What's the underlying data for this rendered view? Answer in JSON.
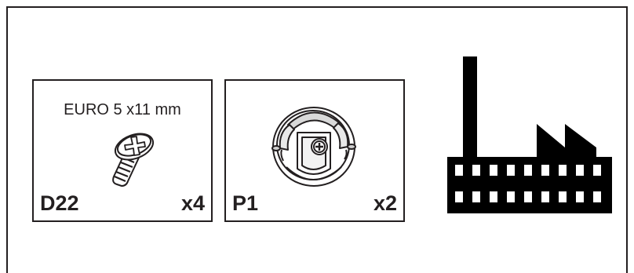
{
  "parts": [
    {
      "code": "D22",
      "spec": "EURO 5 x11 mm",
      "quantity": "x4",
      "icon": "screw-icon"
    },
    {
      "code": "P1",
      "spec": "",
      "quantity": "x2",
      "icon": "cam-lock-fitting-icon"
    }
  ],
  "factory": {
    "icon": "factory-icon"
  },
  "colors": {
    "ink": "#231f20",
    "paper": "#ffffff"
  }
}
